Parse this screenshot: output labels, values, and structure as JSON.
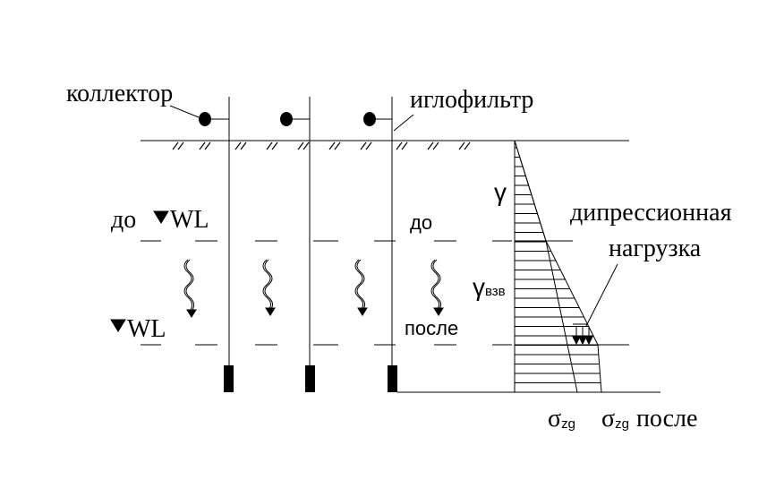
{
  "labels": {
    "collector": "коллектор",
    "wellpoint": "иглофильтр",
    "before_left": "до",
    "wl_left": "WL",
    "wl_lower": "WL",
    "before_right": "до",
    "after_right": "после",
    "gamma": "γ",
    "gamma_sub": "взв",
    "gamma_sub_base": "γ",
    "depression_line1": "дипрессионная",
    "depression_line2": "нагрузка",
    "sigma1": "σ",
    "sigma1_sub": "zg",
    "sigma2": "σ",
    "sigma2_sub": "zg",
    "sigma2_after": "после"
  },
  "colors": {
    "ink": "#000000",
    "background": "#ffffff"
  }
}
